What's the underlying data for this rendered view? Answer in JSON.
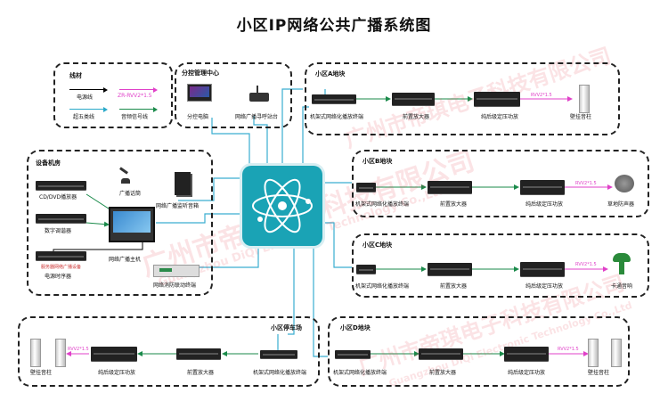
{
  "title": "小区IP网络公共广播系统图",
  "legend": {
    "heading": "线材",
    "items": [
      {
        "name": "电源线",
        "color": "#000000"
      },
      {
        "name": "ZR-RVV2*1.5",
        "color": "#e040c8"
      },
      {
        "name": "超五类线",
        "color": "#2aa9c9"
      },
      {
        "name": "音频信号线",
        "color": "#1a8a4a"
      }
    ]
  },
  "zones": {
    "control": {
      "title": "分控管理中心",
      "devices": [
        "分控电脑",
        "网络广播寻呼站台"
      ]
    },
    "room": {
      "title": "设备机房",
      "devices": [
        "CD/DVD播放器",
        "数字调谐器",
        "服务器网络广播设备",
        "电源时序器",
        "广播话筒",
        "网络广播监听音箱",
        "网络广播主机",
        "网络消防联动终端"
      ]
    },
    "a": {
      "title": "小区A地块",
      "devices": [
        "机架式网络化播放终端",
        "前置放大器",
        "纯后级定压功放",
        "壁挂音柱"
      ],
      "cable": "RVV2*1.5"
    },
    "b": {
      "title": "小区B地块",
      "devices": [
        "机架式网络化播放终端",
        "前置放大器",
        "纯后级定压功放",
        "草地防声器"
      ],
      "cable": "RVV2*1.5"
    },
    "c": {
      "title": "小区C地块",
      "devices": [
        "机架式网络化播放终端",
        "前置放大器",
        "纯后级定压功放",
        "卡通音响"
      ],
      "cable": "RVV2*1.5"
    },
    "parking": {
      "title": "小区停车场",
      "devices": [
        "壁挂音柱",
        "纯后级定压功放",
        "前置放大器",
        "机架式网络化播放终端"
      ],
      "cable": "RVV2*1.5"
    },
    "d": {
      "title": "小区D地块",
      "devices": [
        "机架式网络化播放终端",
        "前置放大器",
        "纯后级定压功放",
        "壁挂音柱"
      ],
      "cable": "RVV2*1.5"
    }
  },
  "watermark": {
    "cn": "广州市帝琪电子科技有限公司",
    "en": "Guangzhou DiQi Electronic Technology Co.,Ltd"
  }
}
